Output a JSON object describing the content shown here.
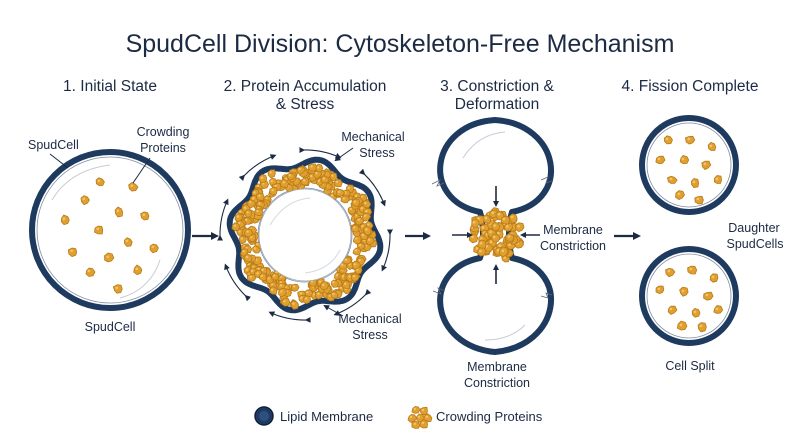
{
  "title": "SpudCell Division: Cytoskeleton-Free Mechanism",
  "steps": [
    {
      "line1": "1. Initial State",
      "line2": ""
    },
    {
      "line1": "2. Protein Accumulation",
      "line2": "& Stress"
    },
    {
      "line1": "3. Constriction &",
      "line2": "Deformation"
    },
    {
      "line1": "4. Fission Complete",
      "line2": ""
    }
  ],
  "labels": {
    "spudcell_top": "SpudCell",
    "crowding_line1": "Crowding",
    "crowding_line2": "Proteins",
    "spudcell_bottom": "SpudCell",
    "stress_top_line1": "Mechanical",
    "stress_top_line2": "Stress",
    "stress_bottom_line1": "Mechanical",
    "stress_bottom_line2": "Stress",
    "constriction_side_line1": "Membrane",
    "constriction_side_line2": "Constriction",
    "constriction_bottom_line1": "Membrane",
    "constriction_bottom_line2": "Constriction",
    "daughter_line1": "Daughter",
    "daughter_line2": "SpudCells",
    "cell_split": "Cell Split"
  },
  "legend": {
    "membrane": "Lipid Membrane",
    "proteins": "Crowding Proteins"
  },
  "colors": {
    "membrane": "#1e3a5f",
    "protein": "#e0a030",
    "protein_edge": "#b87a18",
    "ink": "#1c2a44"
  }
}
